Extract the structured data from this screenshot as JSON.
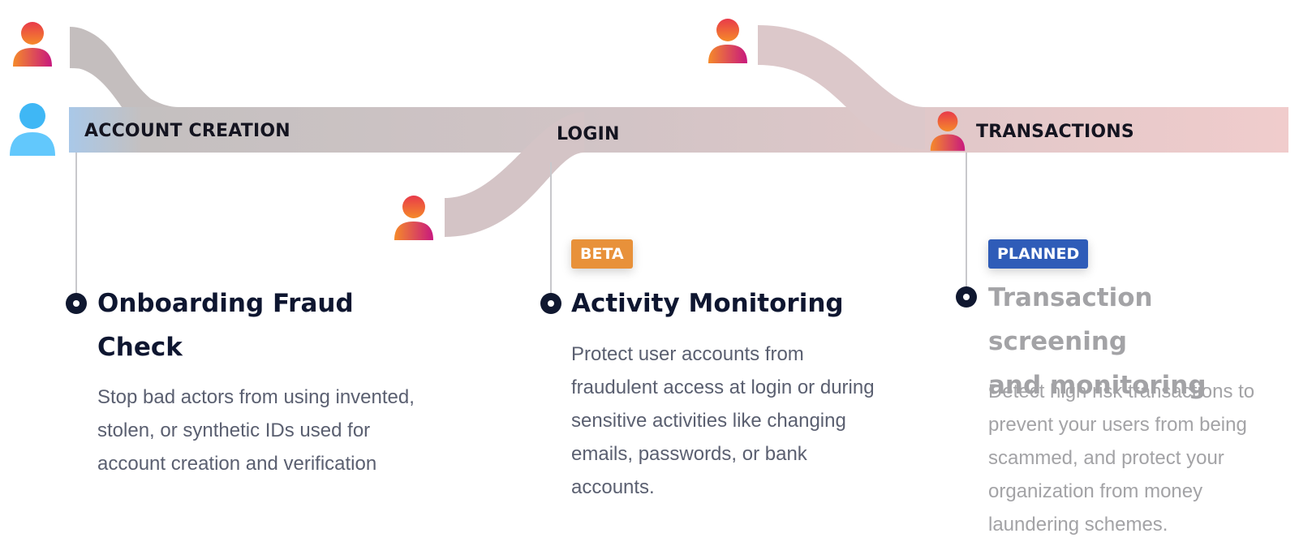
{
  "stages": {
    "account_creation": "ACCOUNT CREATION",
    "login": "LOGIN",
    "transactions": "TRANSACTIONS"
  },
  "features": {
    "onboarding": {
      "title_line1": "Onboarding Fraud",
      "title_line2": "Check",
      "description": "Stop bad actors from using invented, stolen, or synthetic IDs used for account creation and verification"
    },
    "activity": {
      "badge": "BETA",
      "title": "Activity Monitoring",
      "description": "Protect user accounts from fraudulent access at login or during sensitive activities like changing emails, passwords, or bank accounts."
    },
    "transactions": {
      "badge": "PLANNED",
      "title_line1": "Transaction screening",
      "title_line2": "and monitoring",
      "description": "Detect high risk transactions to prevent your users from being scammed, and protect your organization from money laundering schemes."
    }
  },
  "colors": {
    "good_user": "#3fb7f5",
    "fraud_user_top": "#e83a4a",
    "fraud_user_bottom": "#f58a2a",
    "badge_beta": "#e8913a",
    "badge_planned": "#2f5cb8"
  },
  "icons": [
    "user-icon-good",
    "user-icon-fraud"
  ]
}
